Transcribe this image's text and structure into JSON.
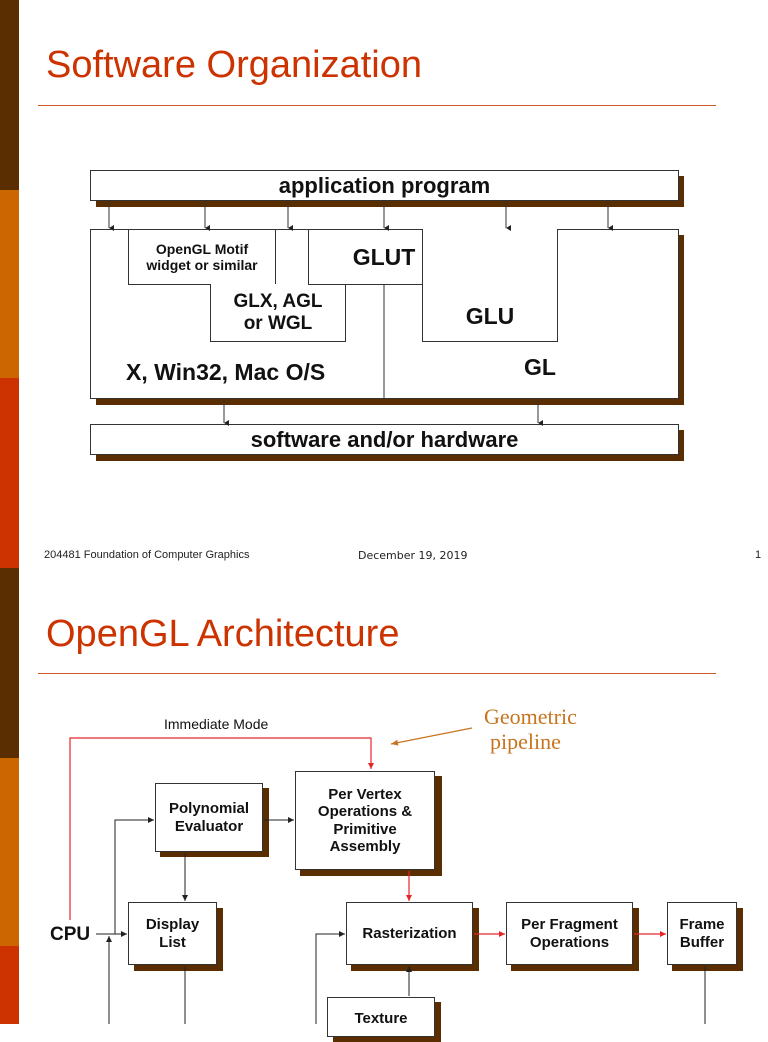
{
  "theme": {
    "accent": "#cc3300",
    "sidebar_colors": [
      "#5a2e00",
      "#cc6600",
      "#cc3300",
      "#5a2e00",
      "#cc6600",
      "#cc3300"
    ],
    "shadow": "#5a2e00",
    "red_flow": "#e8262a",
    "annotation": "#c8741f"
  },
  "slide1": {
    "title": "Software Organization",
    "diagram": {
      "application": "application program",
      "motif": [
        "OpenGL Motif",
        "widget or similar"
      ],
      "glut": "GLUT",
      "glx": [
        "GLX, AGL",
        "or WGL"
      ],
      "glu": "GLU",
      "gl": "GL",
      "os": "X, Win32, Mac O/S",
      "hardware": "software and/or hardware"
    },
    "footer": {
      "course": "204481 Foundation of Computer Graphics",
      "date": "December 19, 2019",
      "page": "1"
    }
  },
  "slide2": {
    "title": "OpenGL Architecture",
    "diagram": {
      "immediate_mode": "Immediate Mode",
      "annotation": [
        "Geometric",
        "pipeline"
      ],
      "cpu": "CPU",
      "polynomial": [
        "Polynomial",
        "Evaluator"
      ],
      "per_vertex": [
        "Per Vertex",
        "Operations &",
        "Primitive",
        "Assembly"
      ],
      "display_list": [
        "Display",
        "List"
      ],
      "rasterization": "Rasterization",
      "per_fragment": [
        "Per Fragment",
        "Operations"
      ],
      "frame_buffer": [
        "Frame",
        "Buffer"
      ],
      "texture": "Texture"
    }
  }
}
